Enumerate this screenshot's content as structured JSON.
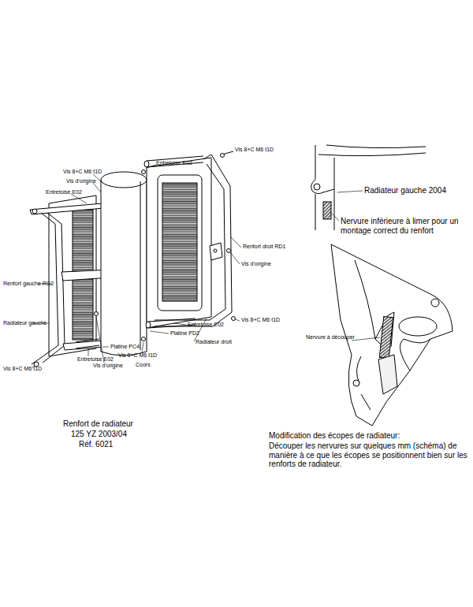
{
  "diagram": {
    "labels": [
      "Vis 8+C M6 t1D",
      "Entretoise E02",
      "Vis 8+C M6 t1D",
      "Vis d'origine",
      "Entretoise E02",
      "Renfort droit RD1",
      "Vis d'origine",
      "Renfort gauche RG2",
      "Radiateur gauche",
      "Vis 8+C M6 t1D",
      "Entretoise E02",
      "Platine PD2",
      "Radiateur droit",
      "Platine PC4",
      "Vis 8+C M6 t1D",
      "Entretoise E02",
      "Vis d'origine",
      "Coors",
      "Vis 8+C M6 t1D",
      "Renfort de radiateur",
      "125 YZ 2003/04",
      "Réf. 6021",
      "Radiateur gauche 2004",
      "Nervure inférieure à limer pour un montage correct du renfort",
      "Nervure à découper",
      "Modification des écopes de radiateur:",
      "Découper les nervures sur quelques mm (schéma) de manière à ce que les écopes se positionnent bien sur les renforts de radiateur."
    ]
  }
}
